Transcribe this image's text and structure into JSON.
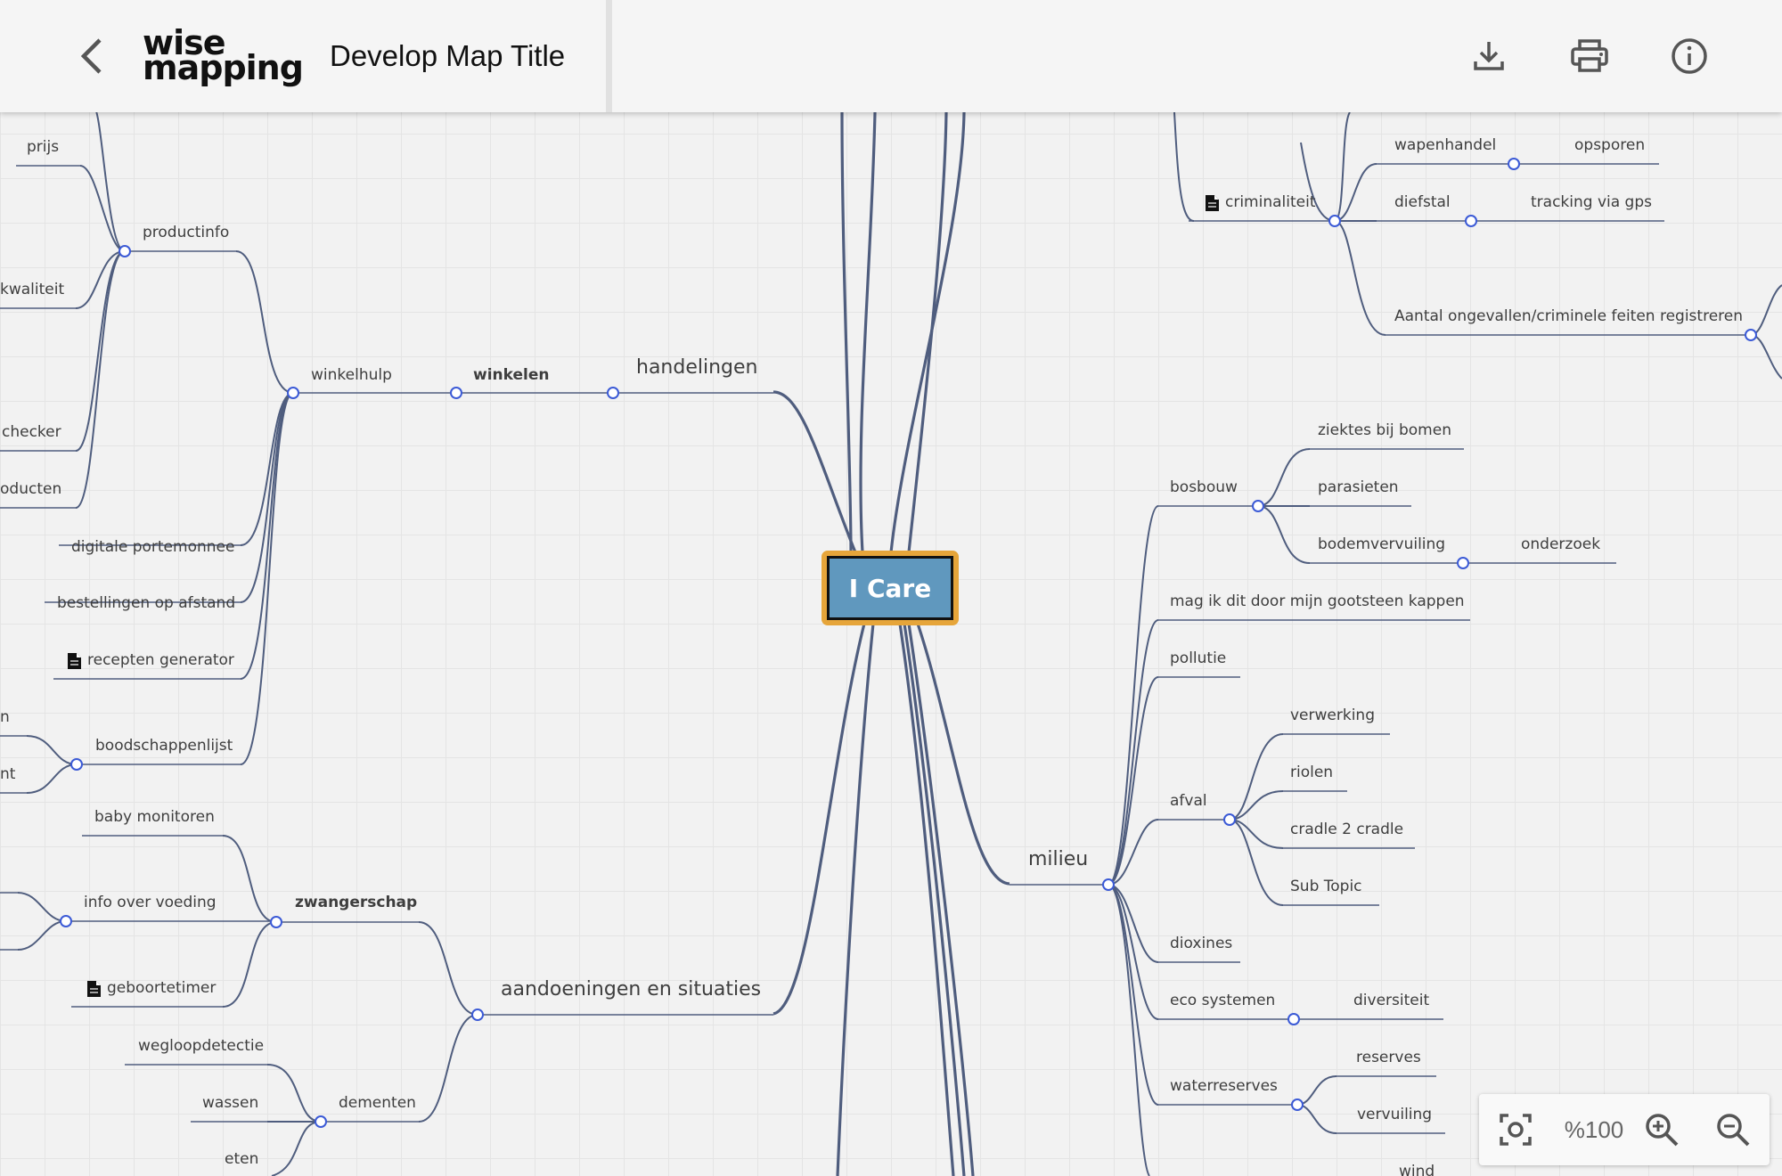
{
  "header": {
    "logo_line1": "wise",
    "logo_line2": "mapping",
    "title": "Develop Map Title"
  },
  "toolbar": {
    "zoom_level": "%100"
  },
  "icons": {
    "back": "chevron-left-icon",
    "download": "download-icon",
    "print": "printer-icon",
    "info": "info-icon",
    "fit": "fit-to-screen-icon",
    "zoom_in": "zoom-in-icon",
    "zoom_out": "zoom-out-icon",
    "note": "note-icon"
  },
  "colors": {
    "link": "#4f5d7e",
    "knob": "#3b5ad6",
    "central_fill": "#6098be",
    "central_border": "#e6a53a"
  },
  "mindmap": {
    "central": "I Care",
    "main_topics": [
      "handelingen",
      "milieu",
      "aandoeningen en situaties"
    ],
    "topics": [
      "prijs",
      "productinfo",
      "kwaliteit",
      "checker",
      "oducten",
      "winkelhulp",
      "winkelen",
      "digitale portemonnee",
      "bestellingen op afstand",
      "recepten generator",
      "n",
      "nt",
      "boodschappenlijst",
      "baby monitoren",
      "info over voeding",
      "zwangerschap",
      "geboortetimer",
      "wegloopdetectie",
      "wassen",
      "dementen",
      "eten",
      "wapenhandel",
      "opsporen",
      "criminaliteit",
      "diefstal",
      "tracking via gps",
      "Aantal ongevallen/criminele feiten registreren",
      "ziektes bij bomen",
      "bosbouw",
      "parasieten",
      "bodemvervuiling",
      "onderzoek",
      "mag ik dit door mijn gootsteen kappen",
      "pollutie",
      "verwerking",
      "riolen",
      "afval",
      "cradle 2 cradle",
      "Sub Topic",
      "dioxines",
      "eco systemen",
      "diversiteit",
      "reserves",
      "waterreserves",
      "vervuiling",
      "wind"
    ]
  }
}
